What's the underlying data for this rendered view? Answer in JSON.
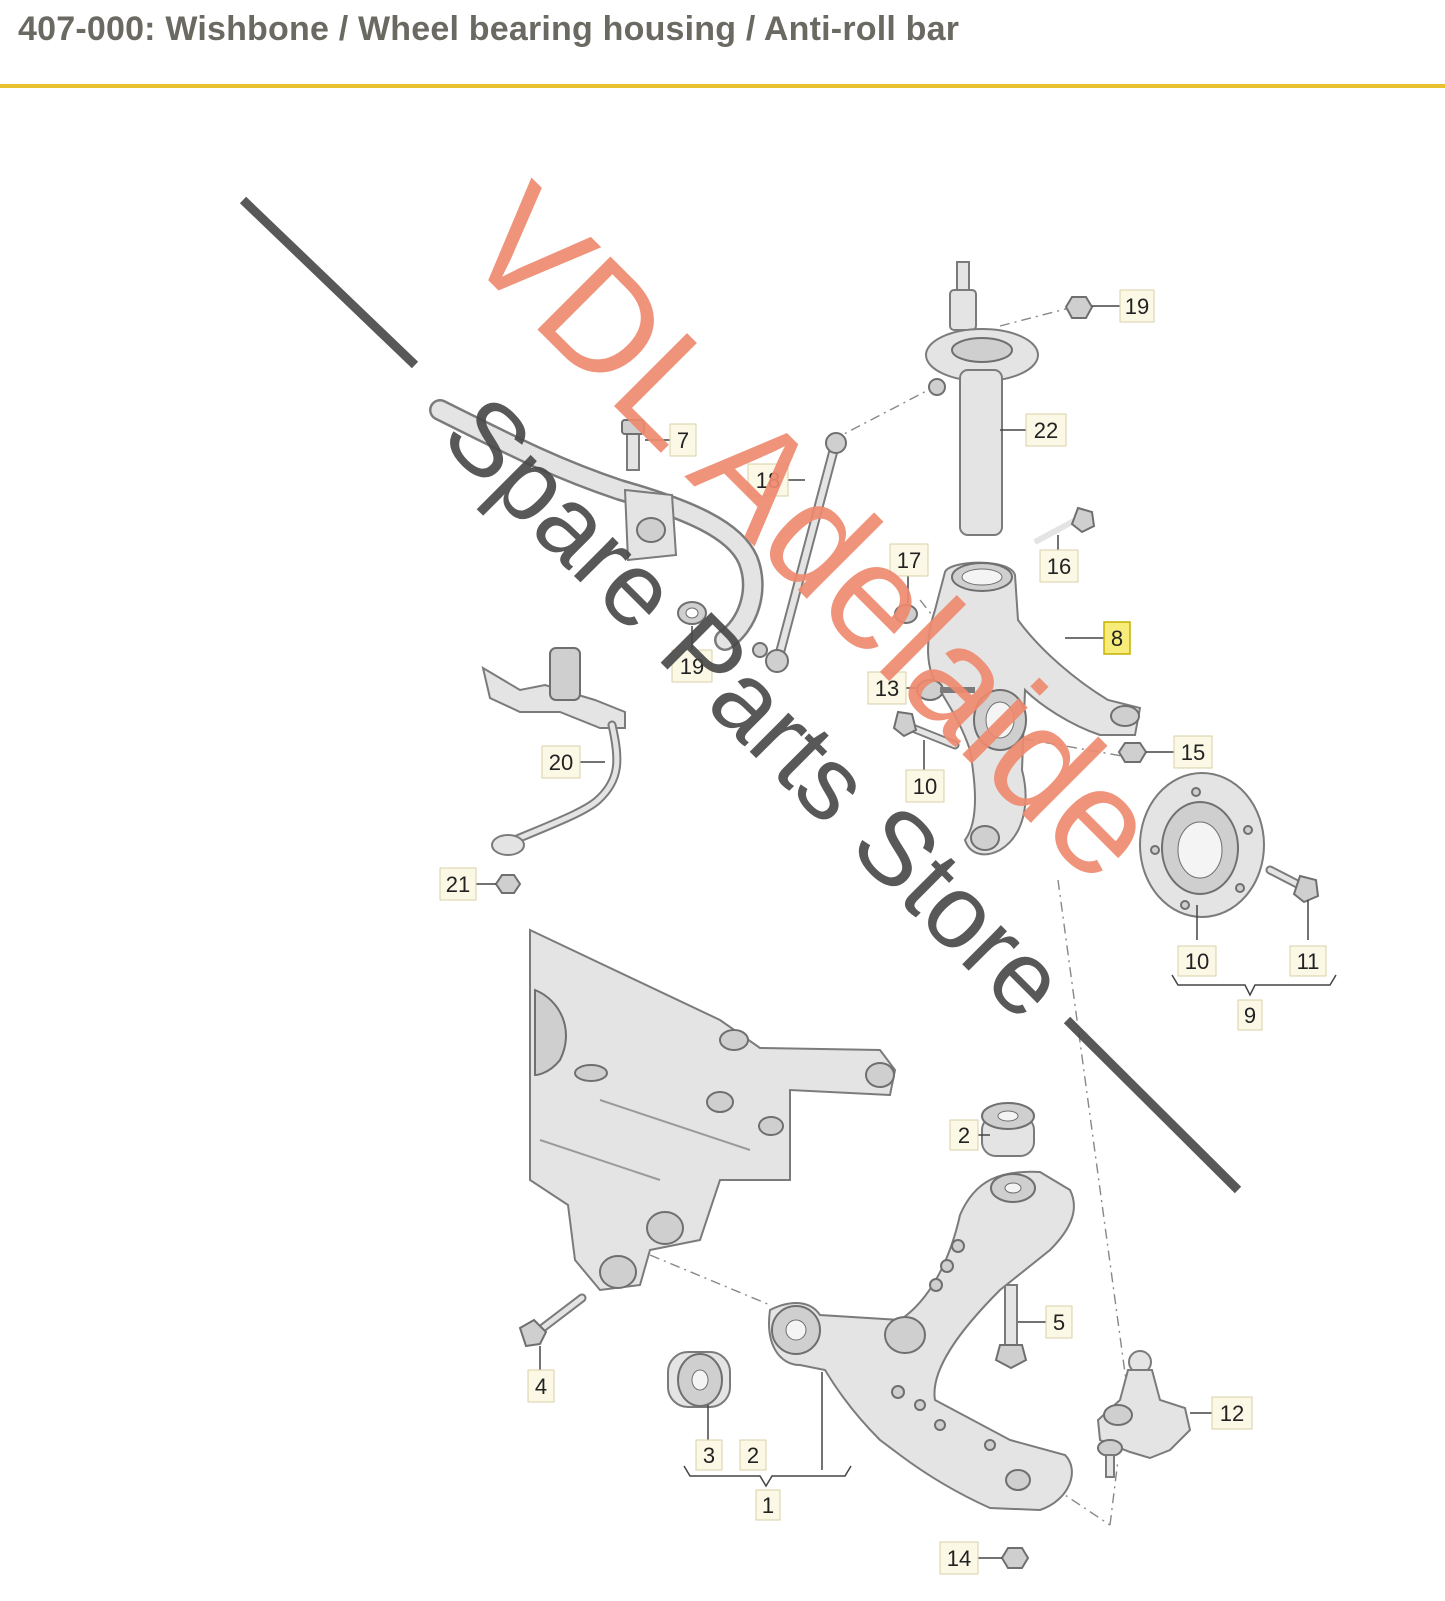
{
  "title": "407-000: Wishbone / Wheel bearing housing / Anti-roll bar",
  "watermark": {
    "line1": "VDL Adelaide",
    "line2": "Spare Parts Store",
    "color_primary": "#ee8a70",
    "color_secondary": "#4a4a4a"
  },
  "accent_color": "#e8c22e",
  "callouts": {
    "c19a": "19",
    "c22": "22",
    "c7": "7",
    "c18": "18",
    "c17": "17",
    "c16": "16",
    "c8": "8",
    "c19b": "19",
    "c13": "13",
    "c15": "15",
    "c20": "20",
    "c10a": "10",
    "c21": "21",
    "c10b": "10",
    "c11": "11",
    "c9": "9",
    "c2a": "2",
    "c5": "5",
    "c4": "4",
    "c12": "12",
    "c3": "3",
    "c2b": "2",
    "c1": "1",
    "c14": "14"
  },
  "highlighted_part": "8"
}
